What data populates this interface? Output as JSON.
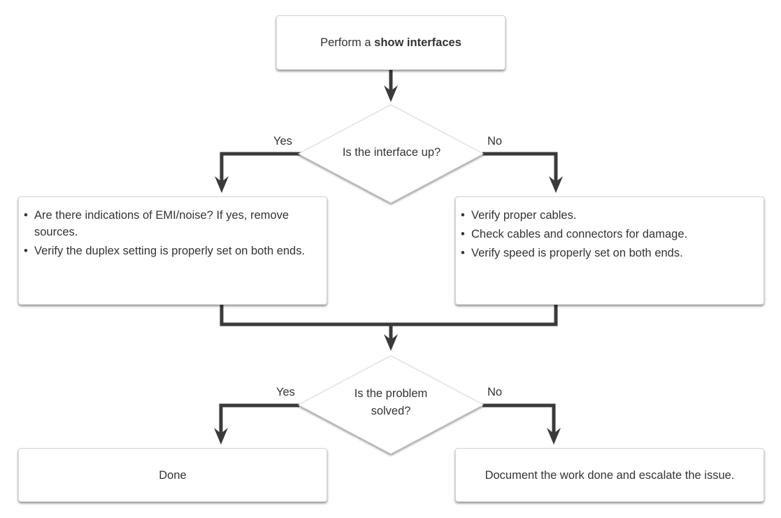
{
  "start": {
    "prefix": "Perform a ",
    "command": "show interfaces"
  },
  "decision1": {
    "question": "Is the interface up?",
    "yes_label": "Yes",
    "no_label": "No",
    "yes_items": [
      "Are there indications of EMI/noise? If yes, remove sources.",
      "Verify the duplex setting is properly set on both ends."
    ],
    "no_items": [
      "Verify proper cables.",
      "Check cables and connectors for damage.",
      "Verify speed is properly set on both ends."
    ]
  },
  "decision2": {
    "question_line1": "Is the problem",
    "question_line2": "solved?",
    "yes_label": "Yes",
    "no_label": "No",
    "yes_result": "Done",
    "no_result": "Document the work done and escalate the issue."
  },
  "colors": {
    "line": "#3a3a3a",
    "box_border": "#d6d6d6",
    "text": "#333333"
  }
}
